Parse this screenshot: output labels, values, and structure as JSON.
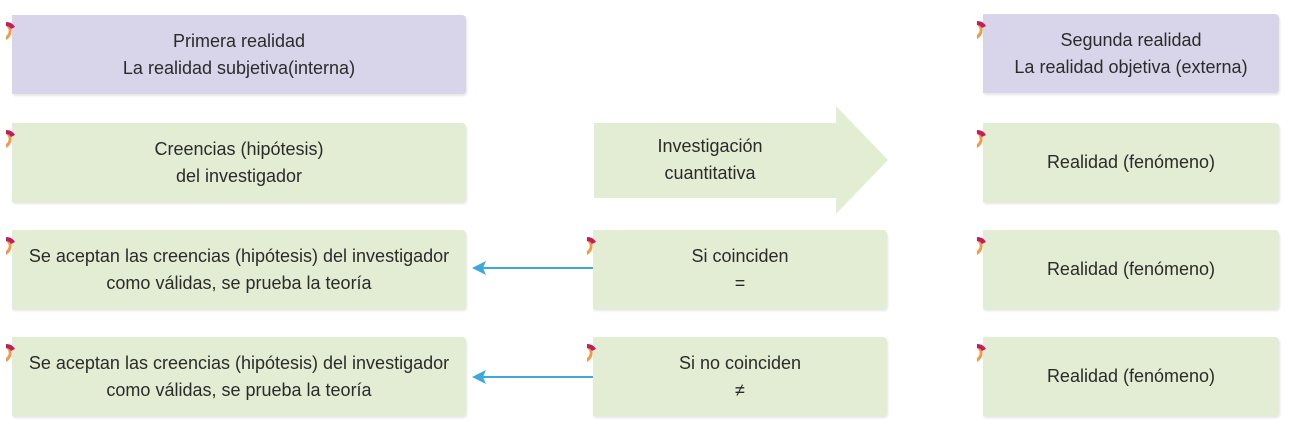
{
  "left_column": {
    "header": {
      "line1": "Primera realidad",
      "line2": "La realidad subjetiva(interna)"
    },
    "beliefs": {
      "line1": "Creencias (hipótesis)",
      "line2": "del investigador"
    },
    "accept_1": {
      "line1": "Se aceptan las creencias (hipótesis) del investigador",
      "line2": "como válidas, se prueba la teoría"
    },
    "accept_2": {
      "line1": "Se aceptan las creencias (hipótesis) del investigador",
      "line2": "como válidas, se prueba la teoría"
    }
  },
  "middle_column": {
    "arrow": {
      "line1": "Investigación",
      "line2": "cuantitativa"
    },
    "match": {
      "line1": "Si coinciden",
      "line2": "="
    },
    "no_match": {
      "line1": "Si no coinciden",
      "line2": "≠"
    }
  },
  "right_column": {
    "header": {
      "line1": "Segunda realidad",
      "line2": "La realidad objetiva (externa)"
    },
    "phenomenon_1": "Realidad (fenómeno)",
    "phenomenon_2": "Realidad (fenómeno)",
    "phenomenon_3": "Realidad (fenómeno)"
  },
  "colors": {
    "header_fill": "#d8d4ea",
    "box_fill": "#e3edd3",
    "connector": "#3ea9d8",
    "marker_outer": "#f29a4a",
    "marker_inner": "#c41e5a"
  }
}
